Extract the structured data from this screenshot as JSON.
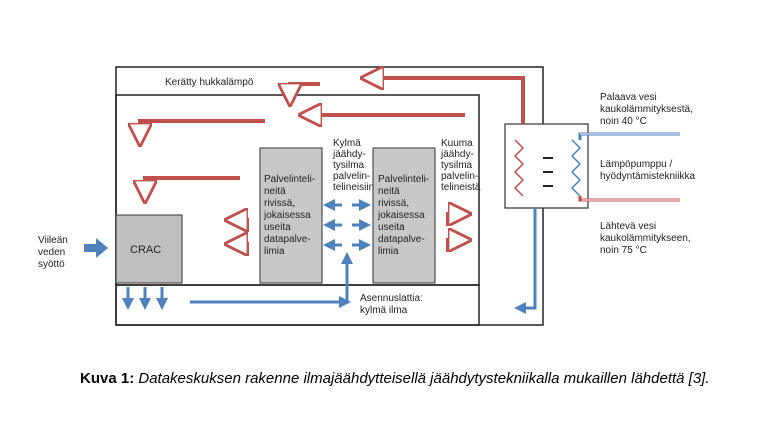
{
  "diagram": {
    "collected_heat": "Kerätty hukkalämpö",
    "crac": "CRAC",
    "cool_water_in": [
      "Viileän",
      "veden",
      "syöttö"
    ],
    "server_rack_left": [
      "Palvelinteli-",
      "neitä",
      "rivissä,",
      "jokaisessa",
      "useita",
      "datapalve-",
      "limia"
    ],
    "server_rack_right": [
      "Palvelinteli-",
      "neitä",
      "rivissä,",
      "jokaisessa",
      "useita",
      "datapalve-",
      "limia"
    ],
    "cold_air_label": [
      "Kylmä",
      "jäähdy-",
      "tysilma",
      "palvelin-",
      "telineisiin"
    ],
    "hot_air_label": [
      "Kuuma",
      "jäähdy-",
      "tysilma",
      "palvelin-",
      "telineistä"
    ],
    "raised_floor": [
      "Asennuslattia:",
      "kylmä ilma"
    ],
    "return_water": [
      "Palaava vesi",
      "kaukolämmityksestä,",
      "noin 40 °C"
    ],
    "heat_pump": [
      "Lämpöpumppu /",
      "hyödyntämistekniikka"
    ],
    "outgoing_water": [
      "Lähtevä vesi",
      "kaukolämmitykseen,",
      "noin 75 °C"
    ],
    "colors": {
      "hot": "#c0504d",
      "cold": "#4f81bd",
      "rack_fill": "#c8c8c8",
      "crac_fill": "#bfbfbf"
    }
  },
  "caption": {
    "label": "Kuva 1:",
    "text": "Datakeskuksen rakenne ilmajäähdytteisellä jäähdytystekniikalla mukaillen lähdettä [3]."
  }
}
